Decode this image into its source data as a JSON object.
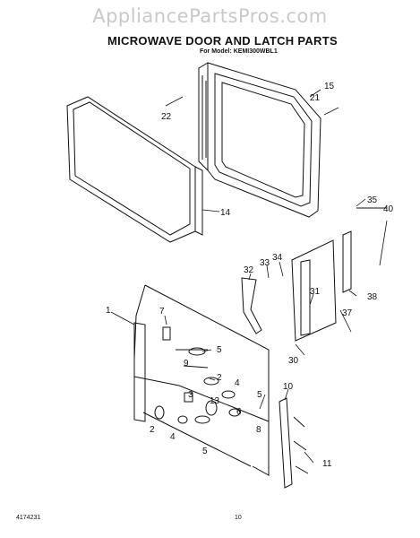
{
  "watermark": "AppliancePartsPros.com",
  "title": "MICROWAVE DOOR AND LATCH PARTS",
  "model": "For Model: KEMI300WBL1",
  "footer": {
    "left": "4174231",
    "center": "10"
  },
  "callouts": [
    "15",
    "21",
    "22",
    "14",
    "35",
    "40",
    "34",
    "33",
    "32",
    "31",
    "38",
    "37",
    "30",
    "1",
    "7",
    "5",
    "9",
    "2",
    "4",
    "3",
    "13",
    "6",
    "5",
    "8",
    "2",
    "4",
    "5",
    "10",
    "11"
  ]
}
